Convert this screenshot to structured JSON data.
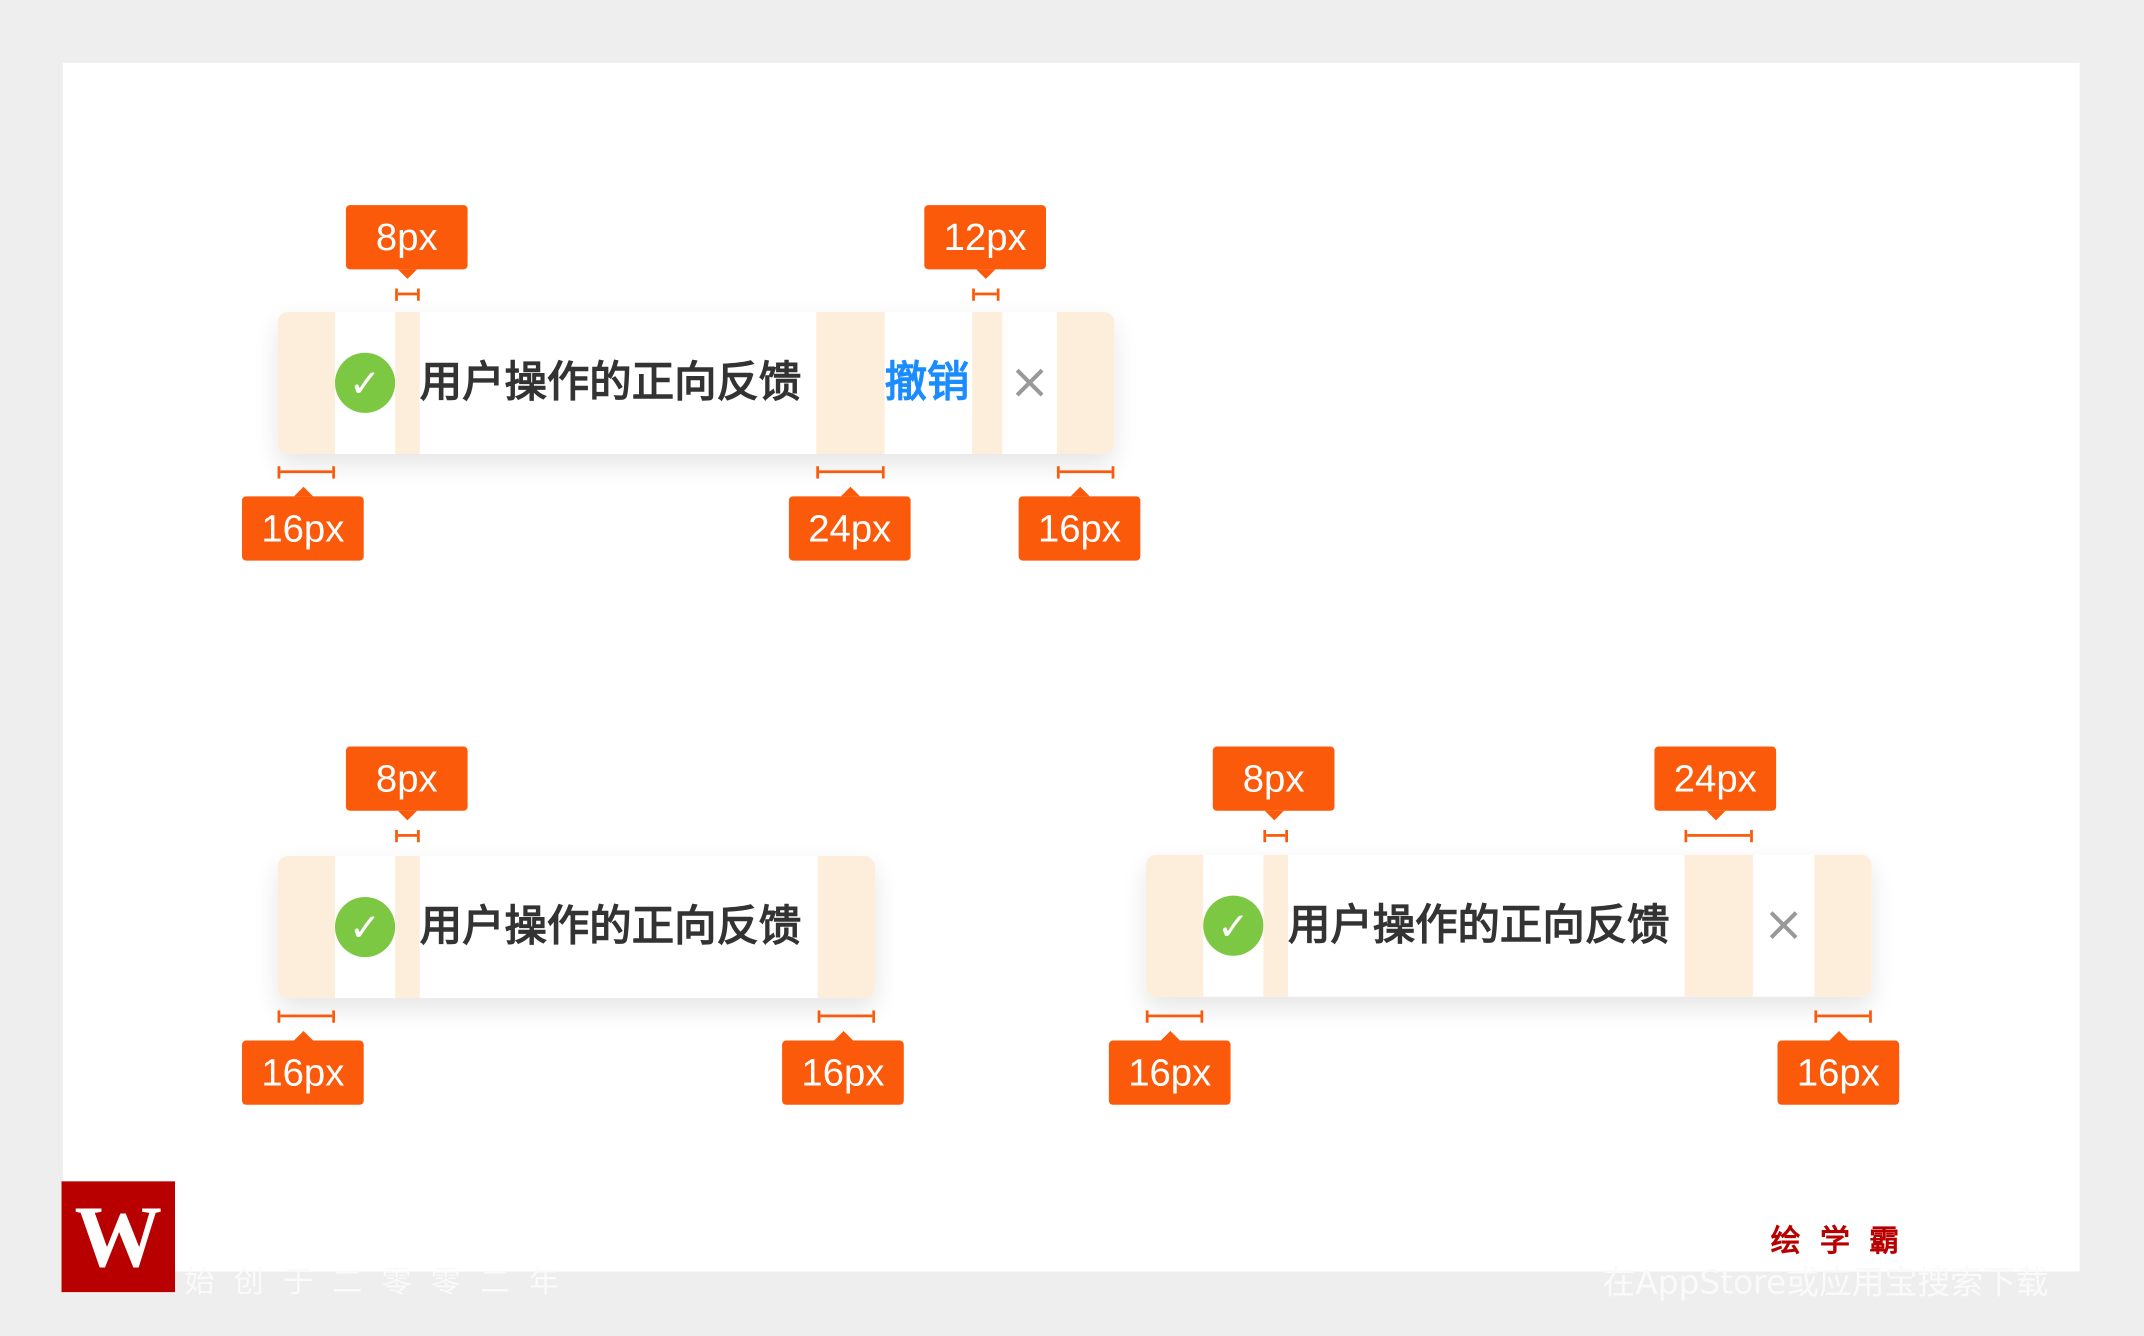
{
  "toast_message": "用户操作的正向反馈",
  "undo_label": "撤销",
  "close_glyph": "×",
  "check_glyph": "✓",
  "toasts": [
    {
      "labels": {
        "icon_gap": "8px",
        "action_gap": "12px",
        "left_pad": "16px",
        "text_gap": "24px",
        "right_pad": "16px"
      }
    },
    {
      "labels": {
        "icon_gap": "8px",
        "left_pad": "16px",
        "right_pad": "16px"
      }
    },
    {
      "labels": {
        "icon_gap": "8px",
        "text_gap": "24px",
        "left_pad": "16px",
        "right_pad": "16px"
      }
    }
  ],
  "footer": {
    "logo": "W",
    "slogan": "始创于二零零二年",
    "brand": "绘学霸",
    "download": "在AppStore或应用宝搜索下载"
  },
  "colors": {
    "annotation": "#fa5a0a",
    "padding": "#fdeedc",
    "success": "#7cc843",
    "link": "#1a8cff"
  }
}
